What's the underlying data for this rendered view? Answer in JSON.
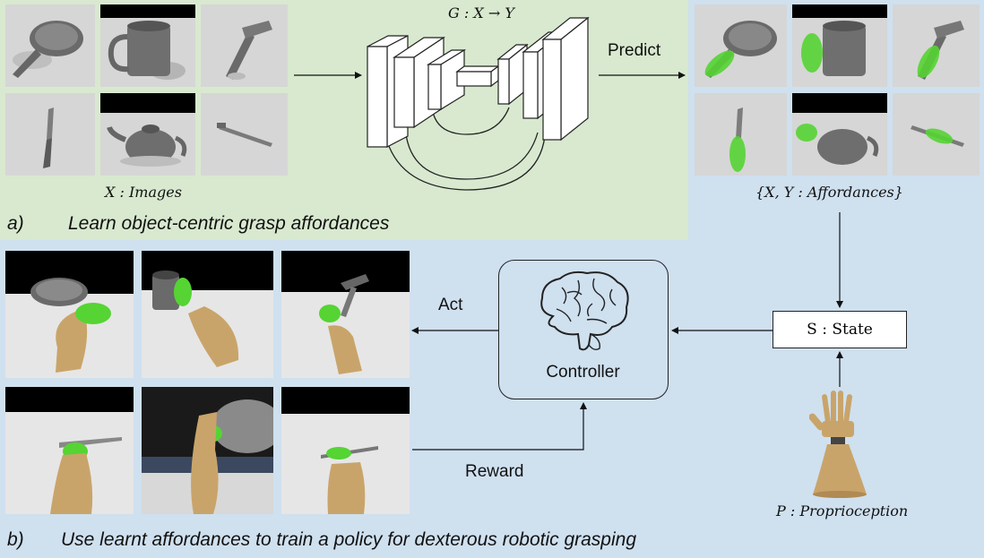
{
  "network": {
    "label": "G : X → Y"
  },
  "labels": {
    "images": "X : Images",
    "affordances": "{X, Y : Affordances}",
    "predict": "Predict",
    "act": "Act",
    "reward": "Reward",
    "controller": "Controller",
    "state": "S : State",
    "proprioception": "P : Proprioception"
  },
  "captions": {
    "a_letter": "a)",
    "a_text": "Learn object-centric grasp affordances",
    "b_letter": "b)",
    "b_text": "Use learnt affordances to train a policy for dexterous robotic grasping"
  },
  "objects": [
    "frying-pan",
    "mug",
    "hammer",
    "knife",
    "teapot",
    "toothbrush"
  ],
  "colors": {
    "panel_green": "#d8e9cf",
    "panel_blue": "#cfe0ef",
    "affordance_green": "#55d433",
    "robot_hand": "#c9a46a"
  }
}
